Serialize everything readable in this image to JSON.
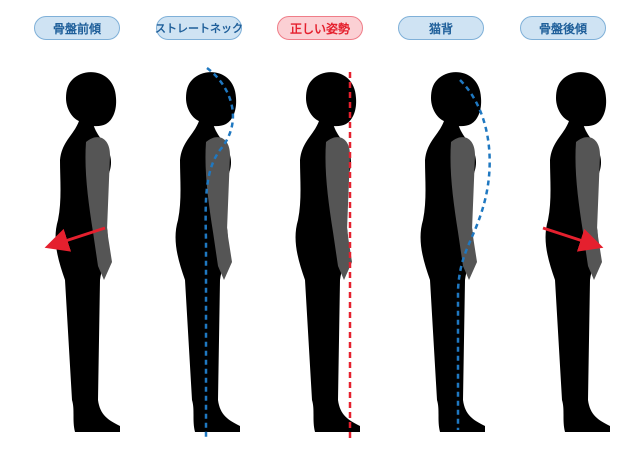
{
  "labels": [
    {
      "text": "骨盤前傾"
    },
    {
      "text": "ストレートネック"
    },
    {
      "text": "正しい姿勢"
    },
    {
      "text": "猫背"
    },
    {
      "text": "骨盤後傾"
    }
  ],
  "colors": {
    "spine_line": "#1f78c1",
    "correct_line": "#e5202e",
    "arrow": "#e5202e",
    "silhouette": "#000000",
    "arm": "#555555"
  }
}
